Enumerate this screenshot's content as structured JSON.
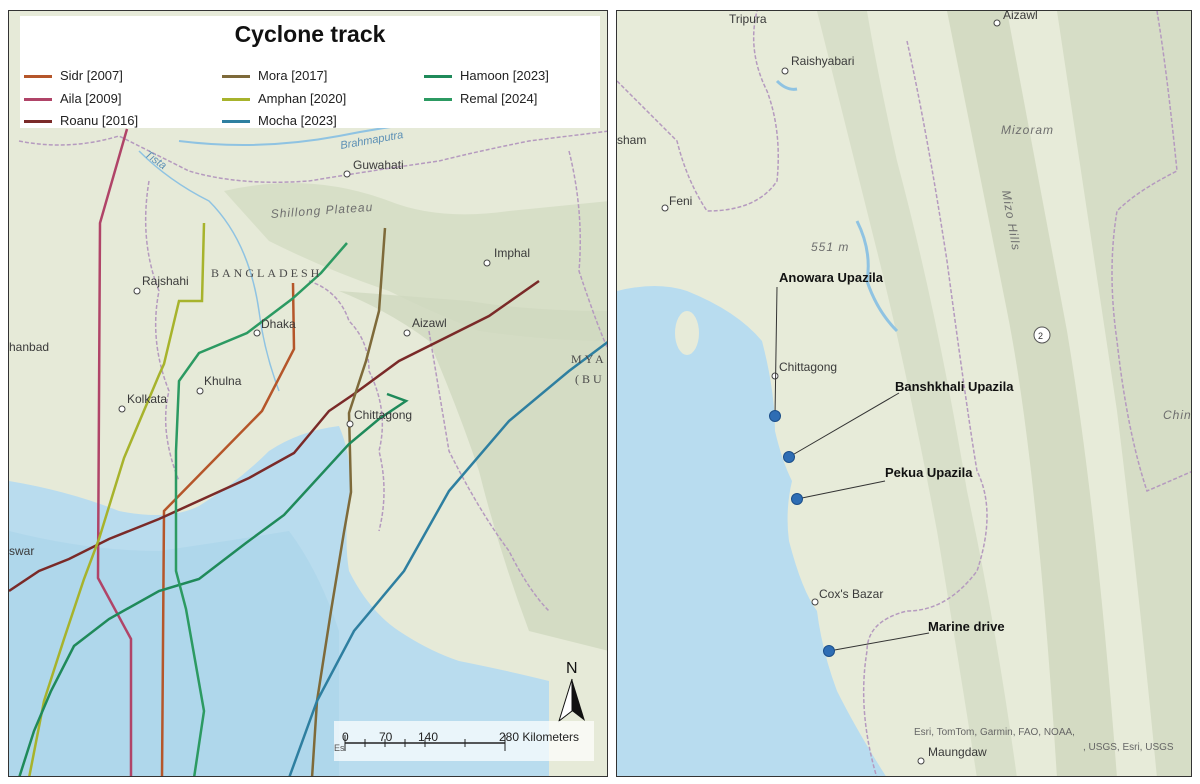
{
  "legend": {
    "title": "Cyclone track",
    "items": [
      {
        "label": "Sidr [2007]",
        "color": "#b5562a"
      },
      {
        "label": "Aila [2009]",
        "color": "#b04468"
      },
      {
        "label": "Roanu [2016]",
        "color": "#7a2a28"
      },
      {
        "label": "Mora [2017]",
        "color": "#7e6a3a"
      },
      {
        "label": "Amphan [2020]",
        "color": "#a7b32c"
      },
      {
        "label": "Mocha [2023]",
        "color": "#2e7fa0"
      },
      {
        "label": "Hamoon [2023]",
        "color": "#1f8a5a"
      },
      {
        "label": "Remal [2024]",
        "color": "#2c9a62"
      }
    ]
  },
  "left_map": {
    "places": {
      "guwahati": "Guwahati",
      "imphal": "Imphal",
      "rajshahi": "Rajshahi",
      "dhaka": "Dhaka",
      "khulna": "Khulna",
      "kolkata": "Kolkata",
      "aizawl": "Aizawl",
      "chittagong": "Chittagong",
      "dhanbad": "hanbad",
      "eswar": "swar",
      "brahmaputra": "Brahmaputra",
      "tista": "Tista",
      "shillong": "Shillong Plateau",
      "bangladesh": "BANGLADESH",
      "myanmar1": "MYA",
      "myanmar2": "(BU"
    },
    "scale": {
      "ticks": [
        "0",
        "70",
        "140",
        "280 Kilometers"
      ],
      "prefix": "Es"
    },
    "north": "N"
  },
  "right_map": {
    "places": {
      "tripura": "Tripura",
      "aizawl": "Aizawl",
      "raishyabari": "Raishyabari",
      "sham": "sham",
      "feni": "Feni",
      "mizoram": "Mizoram",
      "mizohills": "Mizo Hills",
      "peak": "551 m",
      "chittagong": "Chittagong",
      "coxs": "Cox's Bazar",
      "maungdaw": "Maungdaw",
      "chin": "Chin",
      "route": "2"
    },
    "sites": [
      {
        "label": "Anowara Upazila"
      },
      {
        "label": "Banshkhali Upazila"
      },
      {
        "label": "Pekua Upazila"
      },
      {
        "label": "Marine drive"
      }
    ],
    "attribution1": "Esri, TomTom, Garmin, FAO, NOAA,",
    "attribution2": ", USGS, Esri, USGS"
  },
  "colors": {
    "sea": "#b8dcef",
    "land": "#e8ecdc",
    "border": "#b59abf",
    "site_marker": "#2e6db4"
  }
}
